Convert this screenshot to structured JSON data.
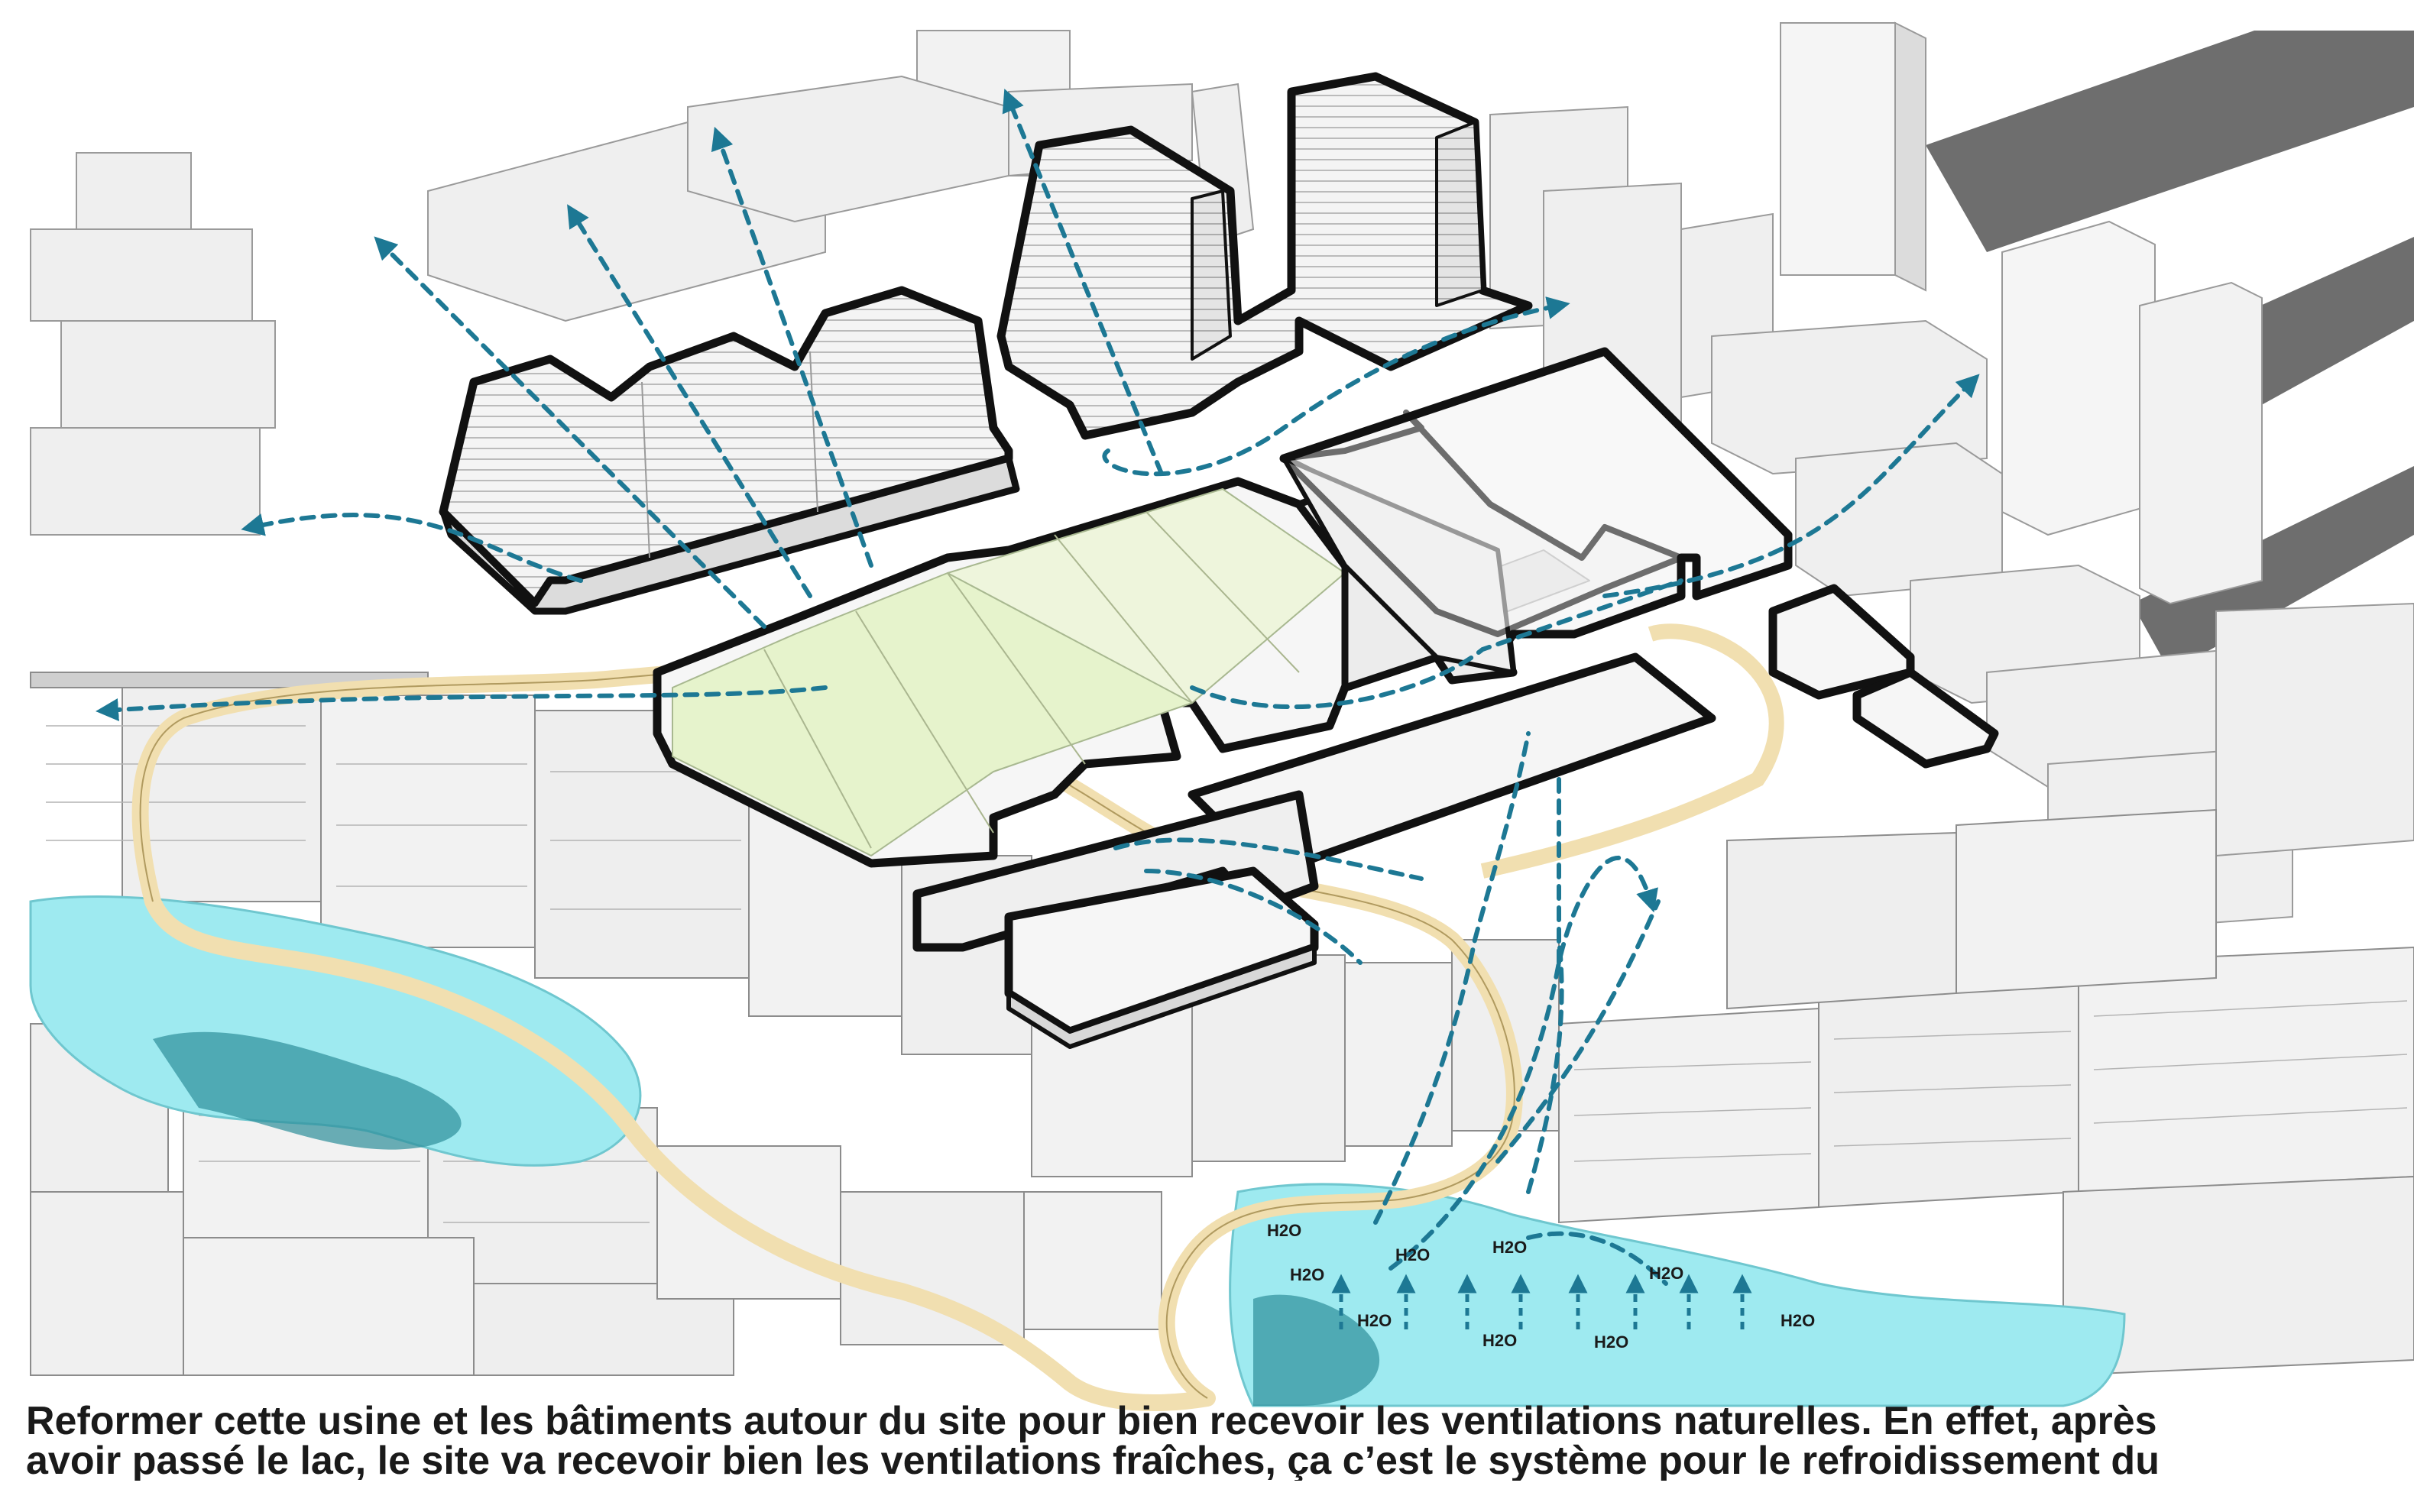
{
  "colors": {
    "background": "#ffffff",
    "context_building": "#efefef",
    "context_stroke": "#9a9a9a",
    "shadow": "#c8c8c8",
    "tower_shadow": "#707070",
    "project_outline": "#111111",
    "water": "#9eeaf0",
    "water_shadow": "#2e8f9a",
    "path": "#f1dfb0",
    "roof_green": "#e6f3cc",
    "ventilation_arrow": "#1d7894"
  },
  "icons": {
    "ventilation_arrow": "dashed-arrow-icon",
    "evaporation_arrow": "up-arrow-icon"
  },
  "labels": {
    "h2o": [
      "H2O",
      "H2O",
      "H2O",
      "H2O",
      "H2O",
      "H2O",
      "H2O",
      "H2O"
    ]
  },
  "caption": {
    "line1": "Reformer cette usine et les bâtiments autour du site pour bien recevoir les ventilations naturelles. En effet, après",
    "line2": "avoir passé le lac, le site va recevoir bien les ventilations fraîches, ça c’est le système pour le refroidissement du"
  }
}
